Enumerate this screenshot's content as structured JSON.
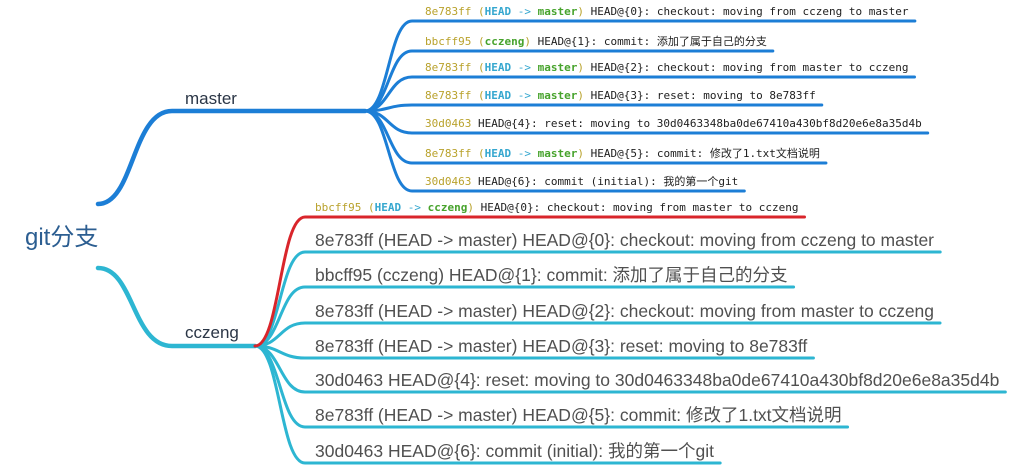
{
  "root": {
    "label": "git分支"
  },
  "ref_syntax": {
    "open": "(",
    "arrow": "->",
    "close": ")"
  },
  "colors": {
    "root_text": "#2c5e91",
    "master_branch": "#1c7ed6",
    "cczeng_branch": "#2db6d2",
    "current_entry": "#d9252b",
    "hash": "#b9a22c",
    "head": "#35a7cf",
    "ref_name": "#47a32c",
    "entry_text": "#1e1e1e",
    "cczeng_entry_text": "#505050"
  },
  "master_branch": {
    "label": "master",
    "entries": [
      {
        "hash": "8e783ff",
        "head": "HEAD",
        "ref": "master",
        "message": "HEAD@{0}: checkout: moving from cczeng to master"
      },
      {
        "hash": "bbcff95",
        "ref": "cczeng",
        "message": "HEAD@{1}: commit: 添加了属于自己的分支"
      },
      {
        "hash": "8e783ff",
        "head": "HEAD",
        "ref": "master",
        "message": "HEAD@{2}: checkout: moving from master to cczeng"
      },
      {
        "hash": "8e783ff",
        "head": "HEAD",
        "ref": "master",
        "message": "HEAD@{3}: reset: moving to 8e783ff"
      },
      {
        "hash": "30d0463",
        "message": "HEAD@{4}: reset: moving to 30d0463348ba0de67410a430bf8d20e6e8a35d4b"
      },
      {
        "hash": "8e783ff",
        "head": "HEAD",
        "ref": "master",
        "message": "HEAD@{5}: commit: 修改了1.txt文档说明"
      },
      {
        "hash": "30d0463",
        "message": "HEAD@{6}: commit (initial): 我的第一个git"
      }
    ]
  },
  "cczeng_branch": {
    "label": "cczeng",
    "current_entry": {
      "hash": "bbcff95",
      "head": "HEAD",
      "ref": "cczeng",
      "message": "HEAD@{0}: checkout: moving from master to cczeng"
    },
    "entries": [
      "8e783ff (HEAD -> master) HEAD@{0}: checkout: moving from cczeng to master",
      "bbcff95 (cczeng) HEAD@{1}: commit: 添加了属于自己的分支",
      "8e783ff (HEAD -> master) HEAD@{2}: checkout: moving from master to cczeng",
      "8e783ff (HEAD -> master) HEAD@{3}: reset: moving to 8e783ff",
      "30d0463 HEAD@{4}: reset: moving to 30d0463348ba0de67410a430bf8d20e6e8a35d4b",
      "8e783ff (HEAD -> master) HEAD@{5}: commit: 修改了1.txt文档说明",
      "30d0463 HEAD@{6}: commit (initial): 我的第一个git"
    ]
  }
}
